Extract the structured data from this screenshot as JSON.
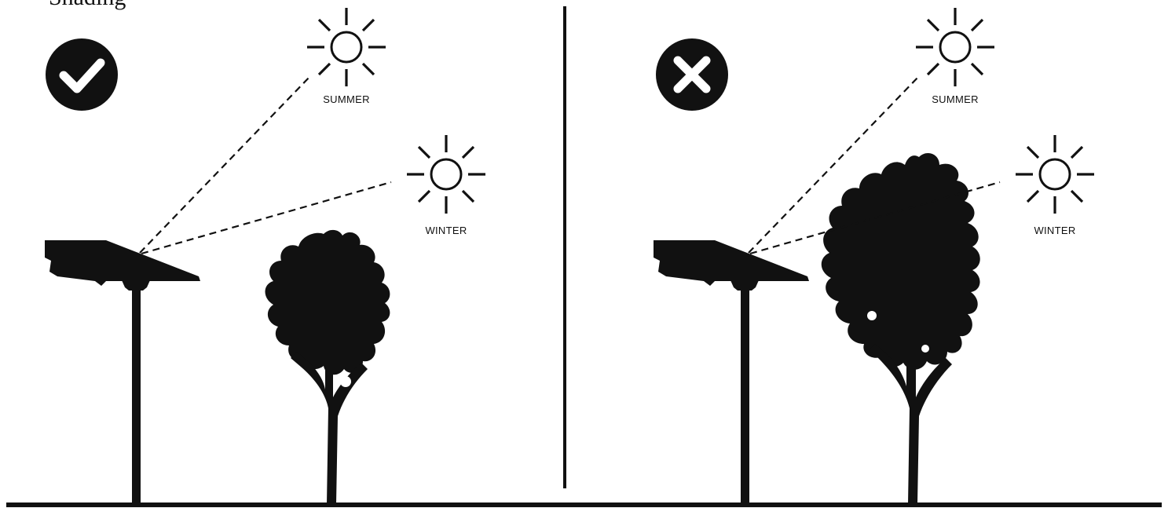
{
  "title_fragment": "Shading",
  "colors": {
    "ink": "#111111",
    "background": "#ffffff"
  },
  "panels": [
    {
      "id": "left",
      "verdict": "correct",
      "badge_icon": "check-icon",
      "suns": [
        {
          "label": "SUMMER"
        },
        {
          "label": "WINTER"
        }
      ]
    },
    {
      "id": "right",
      "verdict": "incorrect",
      "badge_icon": "x-icon",
      "suns": [
        {
          "label": "SUMMER"
        },
        {
          "label": "WINTER"
        }
      ]
    }
  ]
}
